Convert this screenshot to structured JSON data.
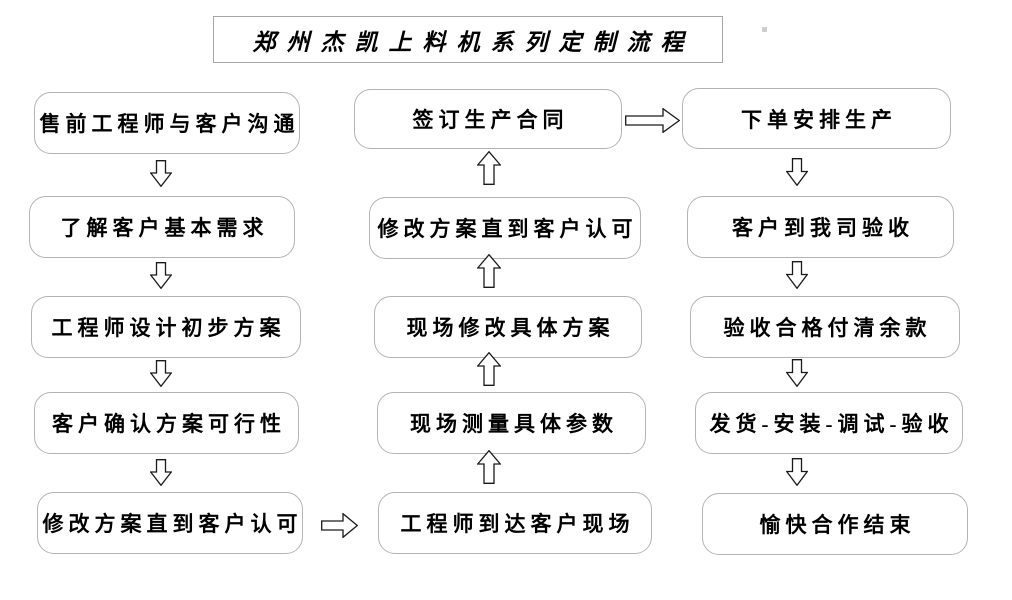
{
  "title": "郑州杰凯上料机系列定制流程",
  "columns": {
    "left": {
      "boxes": [
        "售前工程师与客户沟通",
        "了解客户基本需求",
        "工程师设计初步方案",
        "客户确认方案可行性",
        "修改方案直到客户认可"
      ]
    },
    "middle": {
      "boxes": [
        "签订生产合同",
        "修改方案直到客户认可",
        "现场修改具体方案",
        "现场测量具体参数",
        "工程师到达客户现场"
      ]
    },
    "right": {
      "boxes": [
        "下单安排生产",
        "客户到我司验收",
        "验收合格付清余款",
        "发货-安装-调试-验收",
        "愉快合作结束"
      ]
    }
  },
  "icons": {
    "arrow_down": "hollow block arrow pointing down",
    "arrow_up": "hollow block arrow pointing up",
    "arrow_right": "hollow block arrow pointing right"
  },
  "colors": {
    "background": "#ffffff",
    "box_border": "#b3b3b3",
    "title_border": "#a6a6a6",
    "arrow_stroke": "#1a1a1a",
    "arrow_fill": "#ffffff",
    "text": "#000000"
  }
}
